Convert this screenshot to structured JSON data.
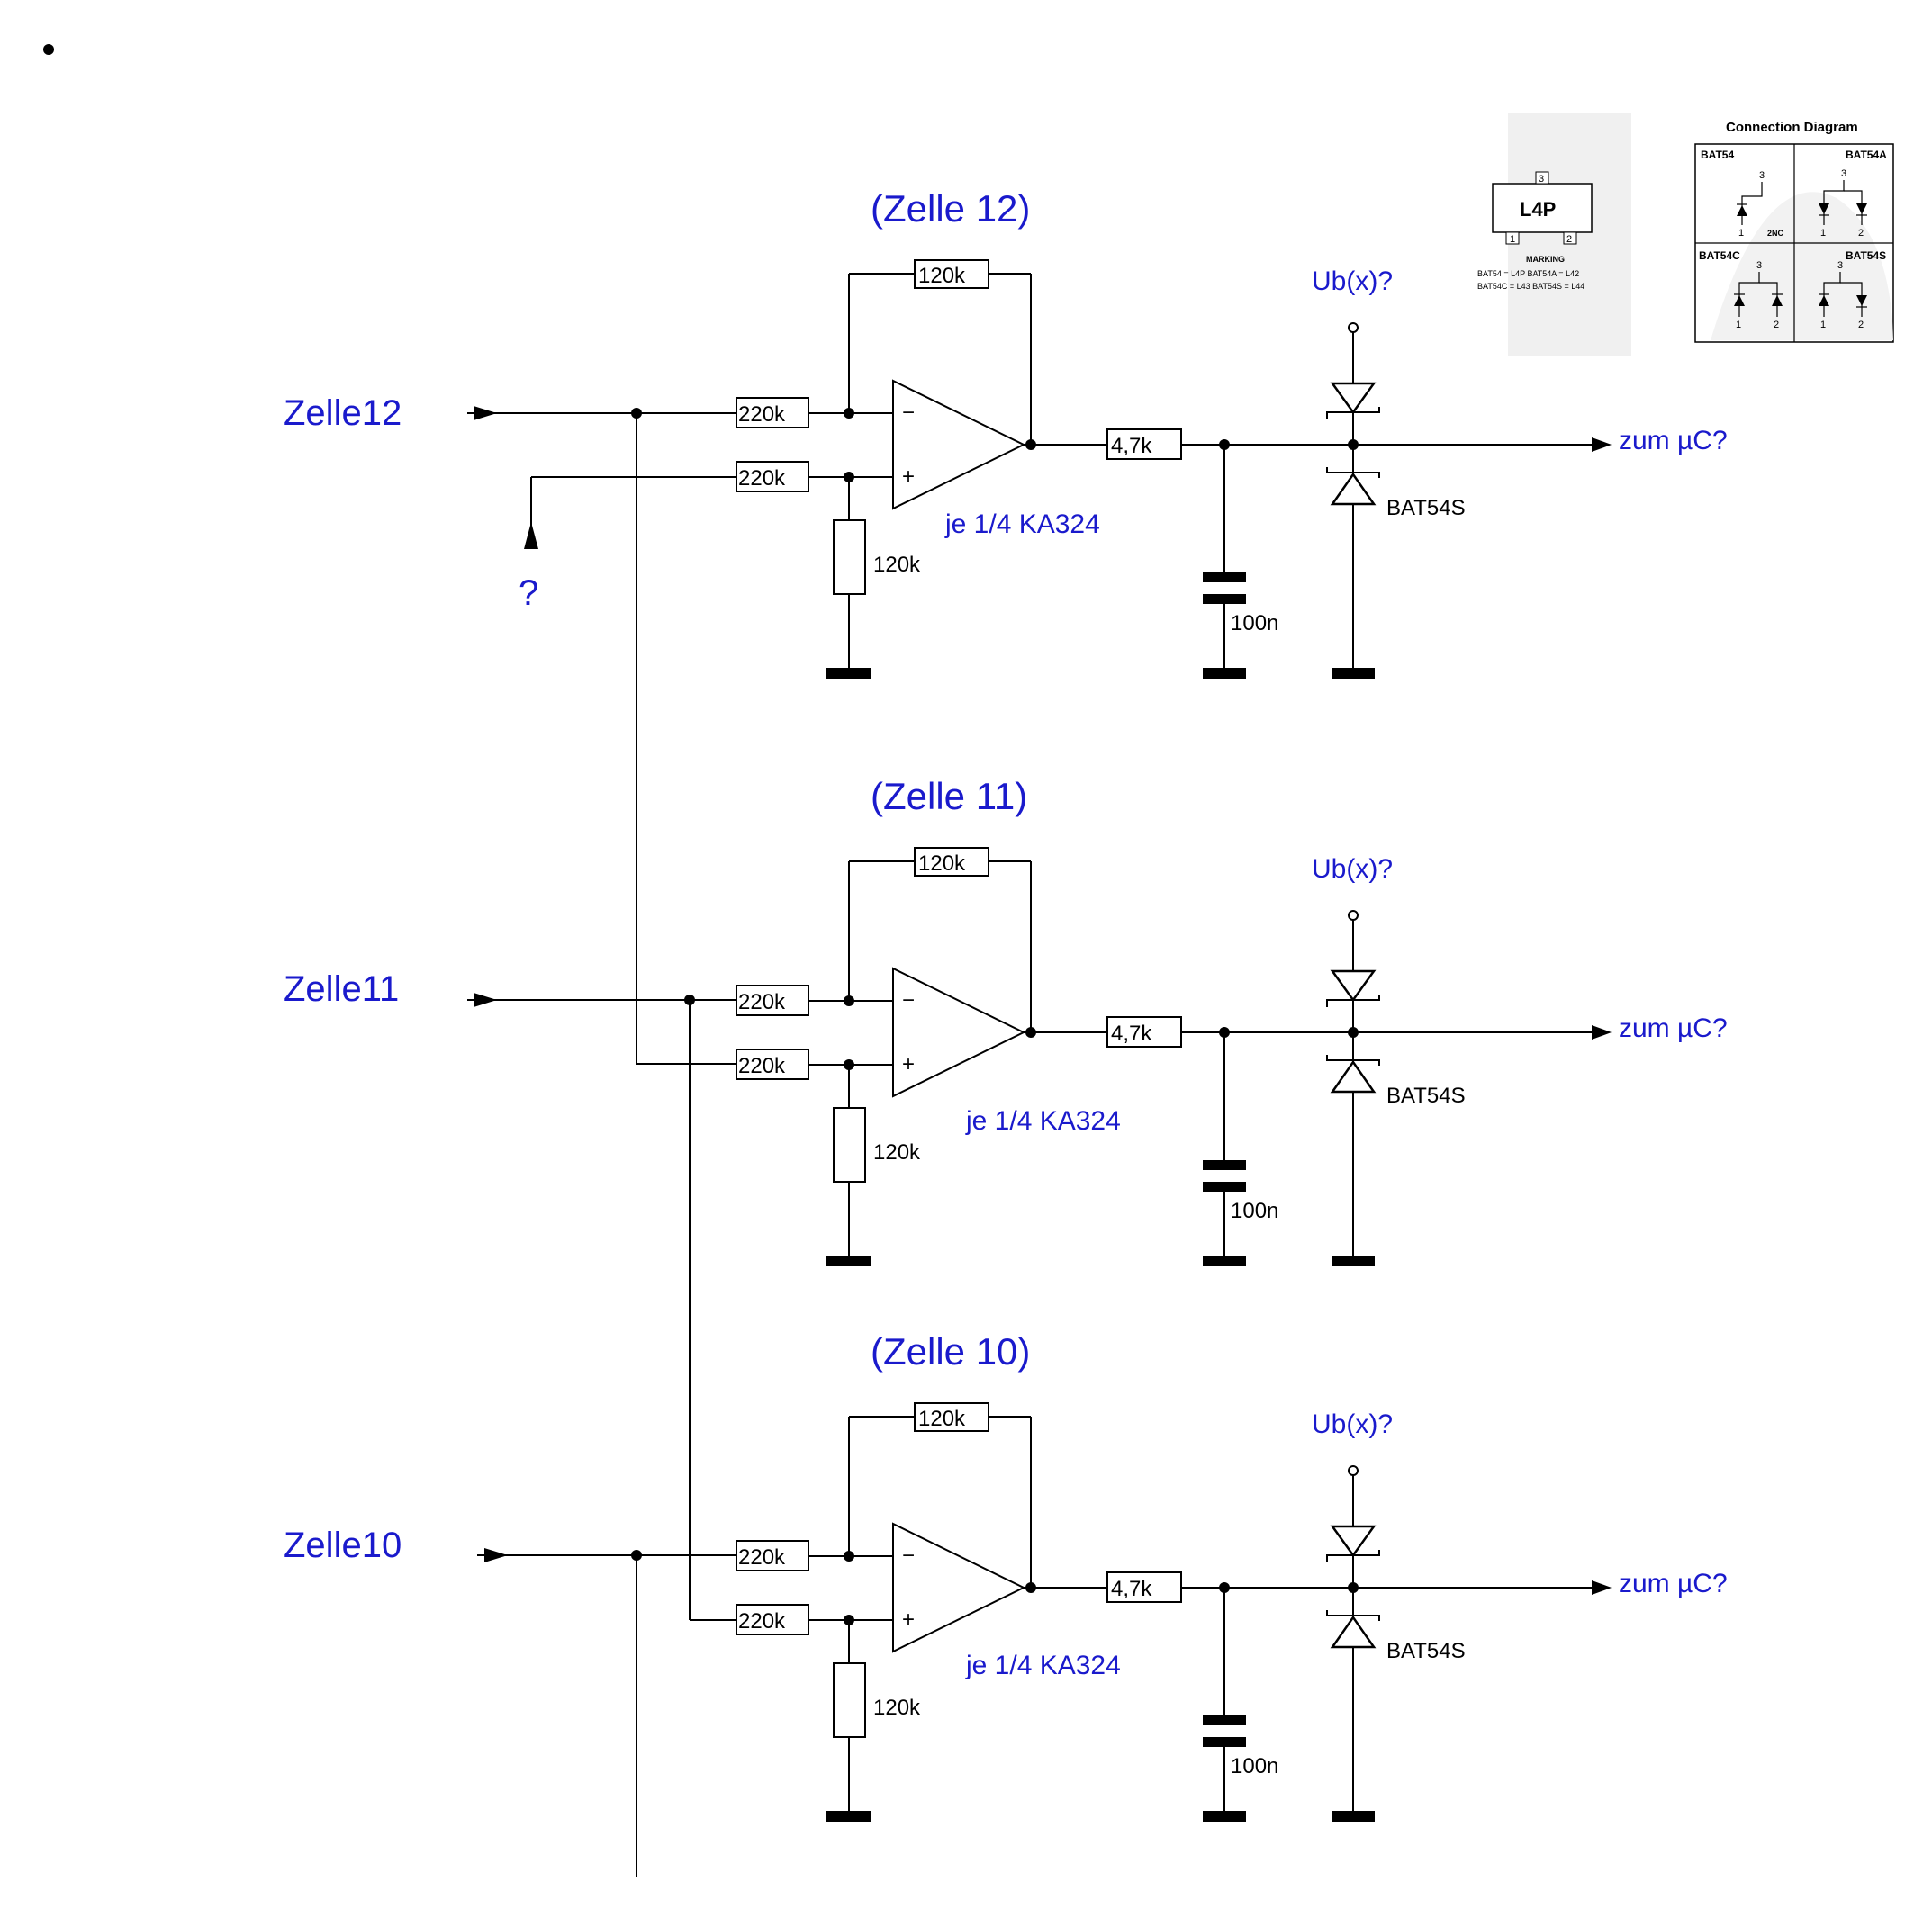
{
  "inputs": {
    "zelle12": "Zelle12",
    "zelle11": "Zelle11",
    "zelle10": "Zelle10",
    "question": "?"
  },
  "stages": [
    {
      "title": "(Zelle 12)",
      "r_feedback": "120k",
      "r_in_minus": "220k",
      "r_in_plus": "220k",
      "r_ground": "120k",
      "opamp_label": "je 1/4 KA324",
      "r_series": "4,7k",
      "capacitor": "100n",
      "supply": "Ub(x)?",
      "diode": "BAT54S",
      "output": "zum µC?"
    },
    {
      "title": "(Zelle 11)",
      "r_feedback": "120k",
      "r_in_minus": "220k",
      "r_in_plus": "220k",
      "r_ground": "120k",
      "opamp_label": "je 1/4 KA324",
      "r_series": "4,7k",
      "capacitor": "100n",
      "supply": "Ub(x)?",
      "diode": "BAT54S",
      "output": "zum µC?"
    },
    {
      "title": "(Zelle 10)",
      "r_feedback": "120k",
      "r_in_minus": "220k",
      "r_in_plus": "220k",
      "r_ground": "120k",
      "opamp_label": "je 1/4 KA324",
      "r_series": "4,7k",
      "capacitor": "100n",
      "supply": "Ub(x)?",
      "diode": "BAT54S",
      "output": "zum µC?"
    }
  ],
  "opamp_pins": {
    "minus": "−",
    "plus": "+"
  },
  "package": {
    "marking_code": "L4P",
    "pin1": "1",
    "pin2": "2",
    "pin3": "3",
    "marking_title": "MARKING",
    "marking_line1": "BAT54 = L4P  BAT54A = L42",
    "marking_line2": "BAT54C = L43  BAT54S = L44"
  },
  "connection_diagram": {
    "title": "Connection Diagram",
    "cells": [
      {
        "name": "BAT54",
        "pins": [
          "3",
          "1",
          "2NC"
        ]
      },
      {
        "name": "BAT54A",
        "pins": [
          "3",
          "1",
          "2"
        ]
      },
      {
        "name": "BAT54C",
        "pins": [
          "3",
          "1",
          "2"
        ]
      },
      {
        "name": "BAT54S",
        "pins": [
          "3",
          "1",
          "2"
        ]
      }
    ]
  }
}
